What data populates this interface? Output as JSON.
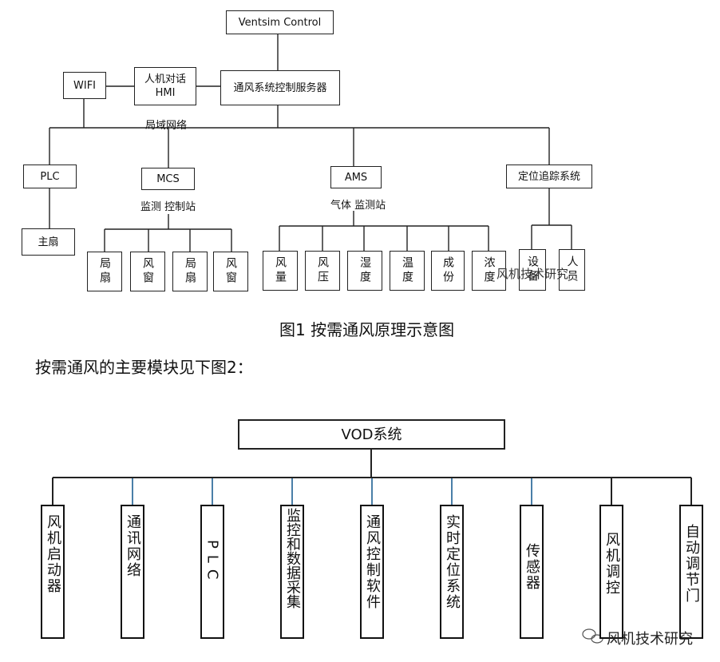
{
  "fig1": {
    "top": "Ventsim Control",
    "server": "通风系统控制服务器",
    "hmi": "人机对话\nHMI",
    "wifi": "WIFI",
    "lan": "局域网络",
    "plc": "PLC",
    "main_fan": "主扇",
    "mcs": "MCS",
    "mcs_label": "监测 控制站",
    "mcs_children": [
      "局扇",
      "风窗",
      "局扇",
      "风窗"
    ],
    "ams": "AMS",
    "ams_label": "气体 监测站",
    "ams_children": [
      "风量",
      "风压",
      "湿度",
      "温度",
      "成份",
      "浓度"
    ],
    "tracking": "定位追踪系统",
    "tracking_children": [
      "设备",
      "人员"
    ],
    "caption": "图1 按需通风原理示意图",
    "watermark": "风机技术研究"
  },
  "intro_text": "按需通风的主要模块见下图2：",
  "fig2": {
    "root": "VOD系统",
    "modules": [
      "风机启动器",
      "通讯网络",
      "PLC",
      "监控和数据采集",
      "通风控制软件",
      "实时定位系统",
      "传感器",
      "风机调控",
      "自动调节门"
    ],
    "watermark": "风机技术研究"
  }
}
